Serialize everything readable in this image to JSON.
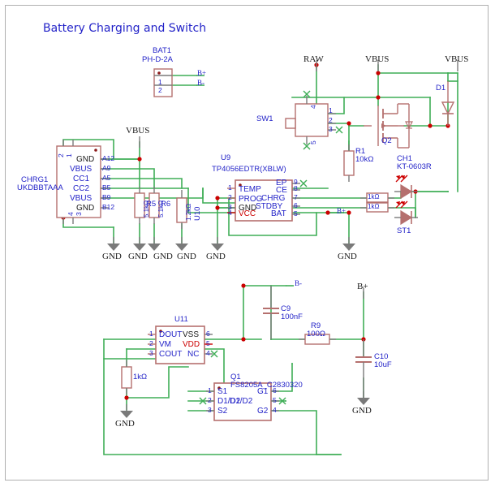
{
  "sheet": {
    "title": "Battery Charging and Switch"
  },
  "nets": {
    "raw": "RAW",
    "vbus_sw": "VBUS",
    "vbus_right": "VBUS",
    "vbus_left": "VBUS",
    "bplus_bat": "B+",
    "bminus_bat": "B-",
    "bplus_chg": "B+",
    "bminus_bot": "B-",
    "bplus_bot": "B+"
  },
  "gnd_labels": [
    "GND",
    "GND",
    "GND",
    "GND",
    "GND",
    "GND",
    "GND",
    "GND"
  ],
  "components": {
    "bat1": {
      "ref": "BAT1",
      "value": "PH-D-2A",
      "pins": [
        "1",
        "2"
      ],
      "nets": [
        "B+",
        "B-"
      ]
    },
    "chrg1": {
      "ref": "CHRG1",
      "value": "UKDBBTAAA",
      "left_pins": [
        "1",
        "2",
        "3",
        "4"
      ],
      "pin_names": [
        "GND",
        "VBUS",
        "CC1",
        "CC2",
        "VBUS",
        "GND"
      ],
      "right_pins": [
        "A12",
        "A9",
        "A5",
        "B5",
        "B9",
        "B12"
      ]
    },
    "sw1": {
      "ref": "SW1",
      "pins": [
        "1",
        "2",
        "3",
        "4",
        "5"
      ]
    },
    "q2": {
      "ref": "Q2"
    },
    "d1": {
      "ref": "D1"
    },
    "r1": {
      "ref": "R1",
      "value": "10kΩ"
    },
    "r5": {
      "ref": "R5",
      "value": "5.1kΩ"
    },
    "r6": {
      "ref": "R6",
      "value": "5.1kΩ"
    },
    "u10": {
      "ref": "U10",
      "value": "1.2kΩ"
    },
    "u9": {
      "ref": "U9",
      "value": "TP4056EDTR(XBLW)",
      "left_pins": [
        "1",
        "2",
        "3",
        "4"
      ],
      "right_pins": [
        "9",
        "8",
        "7",
        "6",
        "5"
      ],
      "left_names": [
        "TEMP",
        "PROG",
        "GND",
        "VCC"
      ],
      "right_names": [
        "EP",
        "CE",
        "CHRG",
        "STDBY",
        "BAT"
      ]
    },
    "rled1": {
      "value": "1kΩ"
    },
    "rled2": {
      "value": "1kΩ"
    },
    "ch1": {
      "ref": "CH1",
      "value": "KT-0603R"
    },
    "st1": {
      "ref": "ST1"
    },
    "u11": {
      "ref": "U11",
      "left_pins": [
        "1",
        "2",
        "3"
      ],
      "right_pins": [
        "6",
        "5",
        "4"
      ],
      "left_names": [
        "DOUT",
        "VM",
        "COUT"
      ],
      "right_names": [
        "VSS",
        "VDD",
        "NC"
      ]
    },
    "q1": {
      "ref": "Q1",
      "value": "FS8205A_C2830320",
      "left_pins": [
        "1",
        "2",
        "3"
      ],
      "right_pins": [
        "6",
        "5",
        "4"
      ],
      "left_names": [
        "S1",
        "D1/D2",
        "S2"
      ],
      "right_names": [
        "G1",
        "D1/D2",
        "G2"
      ]
    },
    "c9": {
      "ref": "C9",
      "value": "100nF"
    },
    "c10": {
      "ref": "C10",
      "value": "10uF"
    },
    "r9": {
      "ref": "R9",
      "value": "100Ω"
    },
    "rbot": {
      "value": "1kΩ"
    }
  },
  "colors": {
    "wire": "#3fae56",
    "symbol_outline": "#b5706e",
    "symbol_fill": "#ffffff",
    "pin_line": "#7a7a7a",
    "junction": "#cc0000",
    "title": "#2323c8",
    "nc_marker": "#3fae56"
  }
}
